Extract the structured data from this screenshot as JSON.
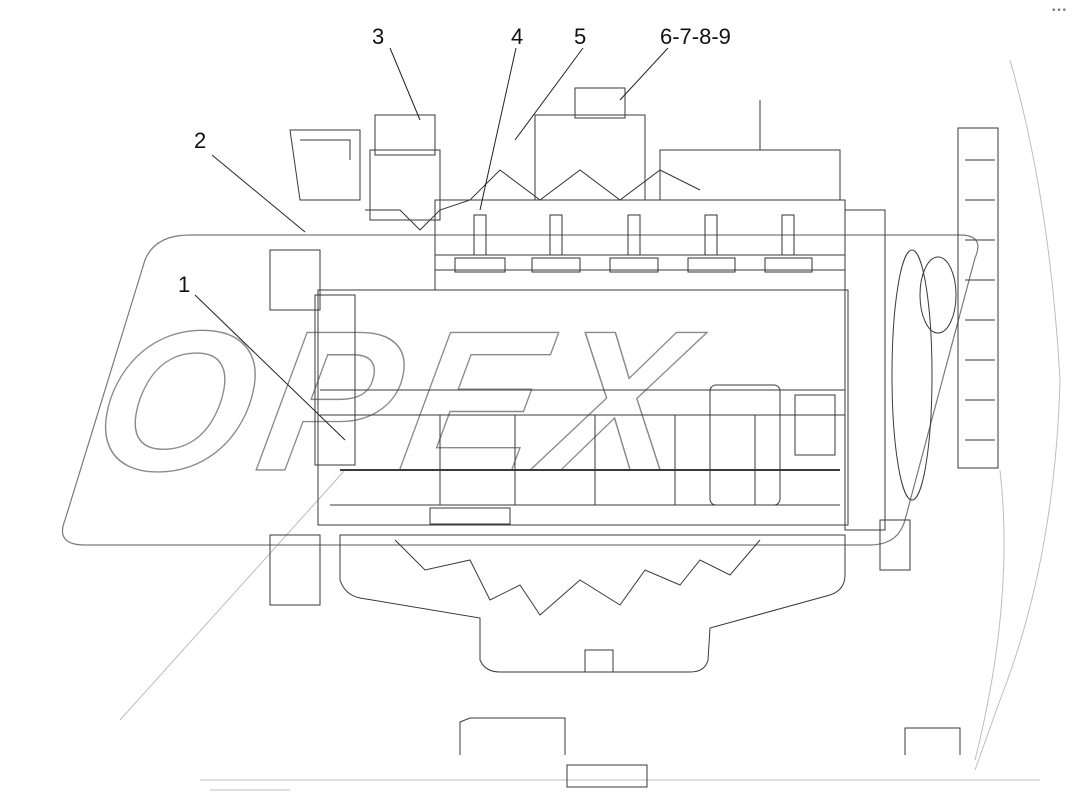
{
  "callouts": [
    {
      "id": "1",
      "text": "1"
    },
    {
      "id": "2",
      "text": "2"
    },
    {
      "id": "3",
      "text": "3"
    },
    {
      "id": "4",
      "text": "4"
    },
    {
      "id": "5",
      "text": "5"
    },
    {
      "id": "6-9",
      "text": "6-7-8-9"
    }
  ],
  "watermark": {
    "text": "OPEX"
  },
  "corner_mark": "•••"
}
